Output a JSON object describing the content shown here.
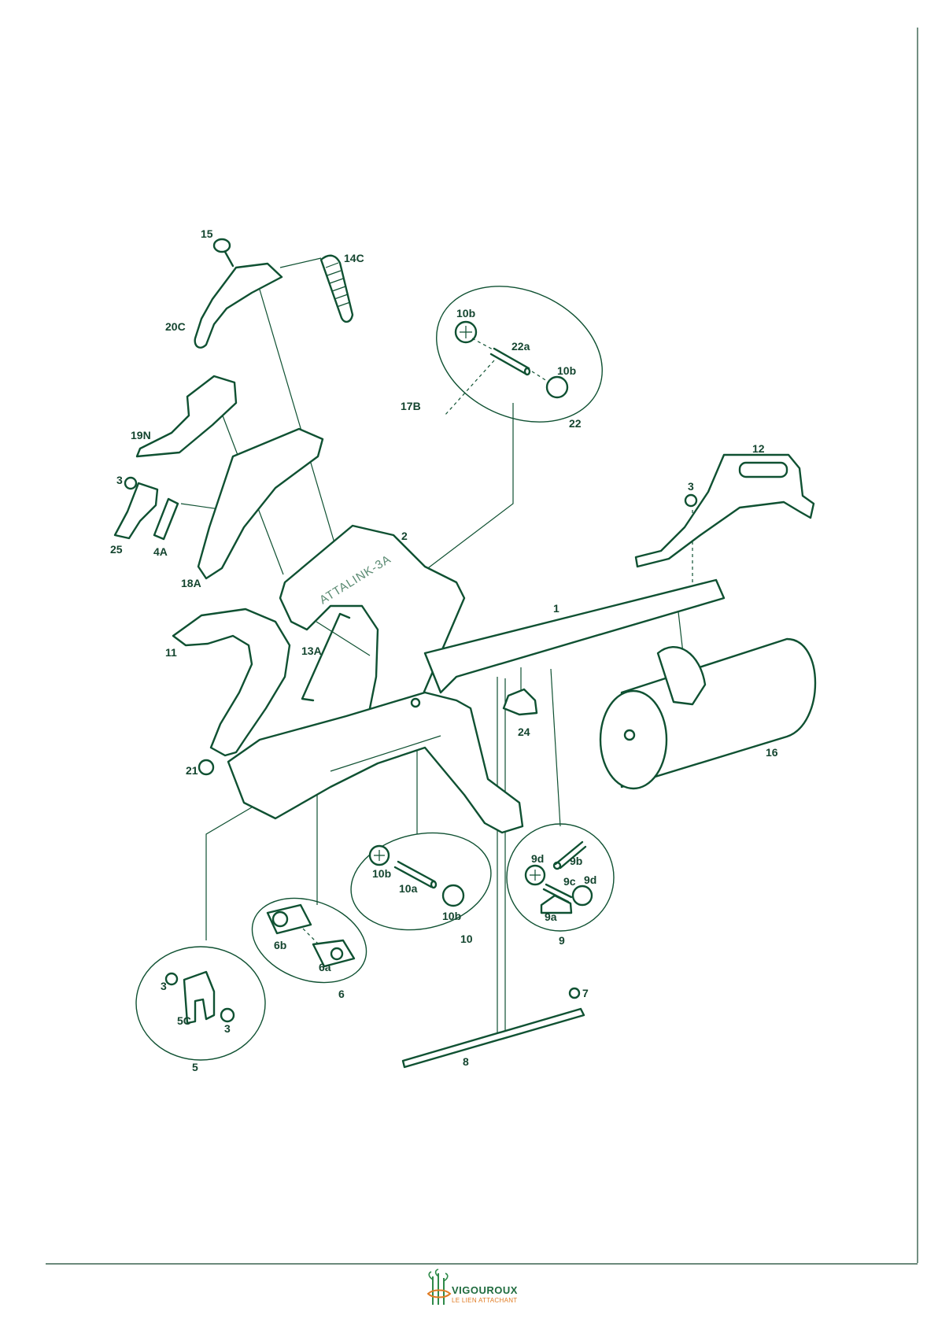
{
  "brand": {
    "name": "VIGOUROUX",
    "tagline": "LE LIEN ATTACHANT",
    "colors": {
      "green": "#1f6b3e",
      "orange": "#e07b22"
    }
  },
  "engraving": "ATTALINK-3A",
  "labels": {
    "p15": "15",
    "p14C": "14C",
    "p20C": "20C",
    "p19N": "19N",
    "p3a": "3",
    "p25": "25",
    "p4A": "4A",
    "p18A": "18A",
    "p2": "2",
    "p11": "11",
    "p13A": "13A",
    "p21": "21",
    "p1": "1",
    "p12": "12",
    "p3b": "3",
    "p16": "16",
    "p24": "24",
    "p10b_1": "10b",
    "p22a": "22a",
    "p10b_2": "10b",
    "p17B": "17B",
    "p22": "22",
    "p10b_3": "10b",
    "p10a": "10a",
    "p10b_4": "10b",
    "p10": "10",
    "p9d_1": "9d",
    "p9b": "9b",
    "p9c": "9c",
    "p9d_2": "9d",
    "p9a": "9a",
    "p9": "9",
    "p6b": "6b",
    "p6a": "6a",
    "p6": "6",
    "p3c": "3",
    "p5C": "5C",
    "p3d": "3",
    "p5": "5",
    "p7": "7",
    "p8": "8"
  }
}
